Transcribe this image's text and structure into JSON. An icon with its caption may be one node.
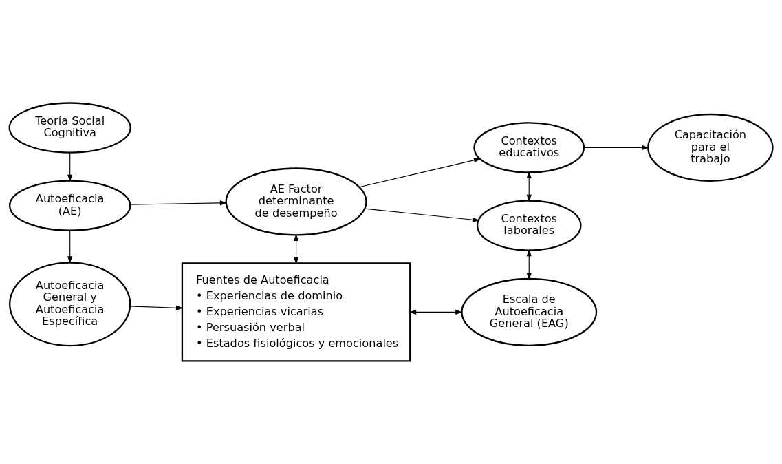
{
  "diagram": {
    "nodes": [
      {
        "text": [
          "Teoría Social Cognitiva"
        ]
      },
      {
        "text": [
          "Autoeficacia (AE)"
        ]
      },
      {
        "text": [
          "Autoeficacia General y Autoeficacia Específica"
        ]
      },
      {
        "text": [
          "AE Factor determinante de desempeño"
        ]
      },
      {
        "text": [
          "Fuentes de Autoeficacia",
          "• Experiencias de dominio",
          "• Experiencias vicarias",
          "• Persuasión verbal",
          "• Estados fisiológicos y emocionales"
        ]
      },
      {
        "text": [
          "Contextos educativos"
        ]
      },
      {
        "text": [
          "Capacitación para el trabajo"
        ]
      },
      {
        "text": [
          "Contextos laborales"
        ]
      },
      {
        "text": [
          "Escala de Autoeficacia General (EAG)"
        ]
      }
    ],
    "edges": [
      {
        "from": 0,
        "to": 1,
        "arrow": "to"
      },
      {
        "from": 1,
        "to": 3,
        "arrow": "to"
      },
      {
        "from": 1,
        "to": 2,
        "arrow": "to"
      },
      {
        "from": 2,
        "to": 4,
        "arrow": "to"
      },
      {
        "from": 3,
        "to": 4,
        "arrow": "both"
      },
      {
        "from": 3,
        "to": 5,
        "arrow": "to"
      },
      {
        "from": 3,
        "to": 7,
        "arrow": "to"
      },
      {
        "from": 5,
        "to": 6,
        "arrow": "to"
      },
      {
        "from": 5,
        "to": 7,
        "arrow": "both"
      },
      {
        "from": 7,
        "to": 8,
        "arrow": "both"
      },
      {
        "from": 4,
        "to": 8,
        "arrow": "both"
      }
    ]
  }
}
